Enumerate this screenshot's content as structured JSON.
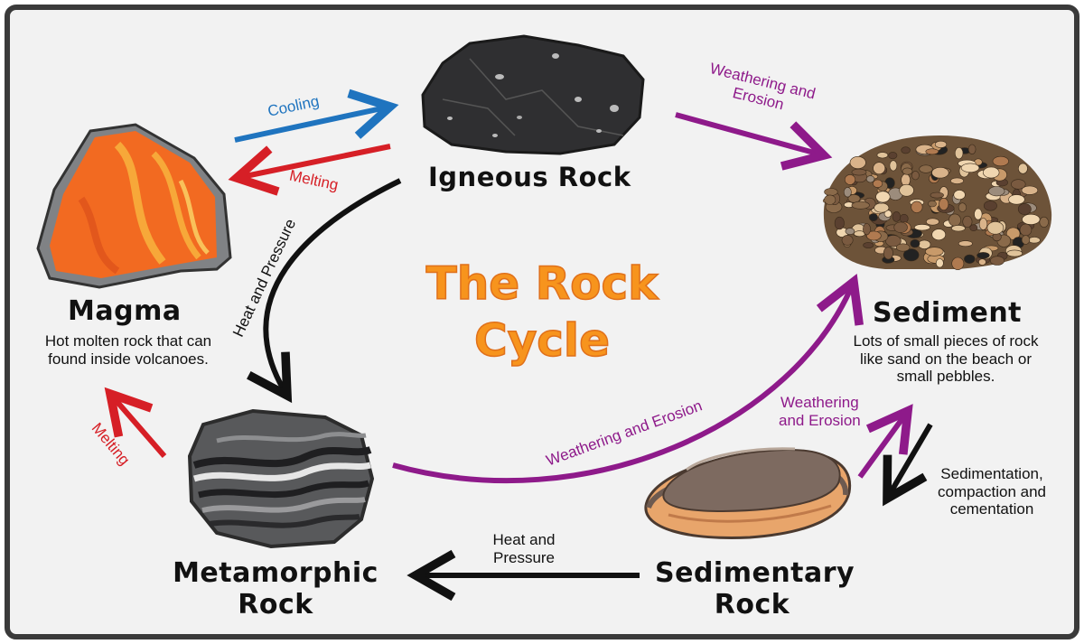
{
  "title": [
    "The Rock",
    "Cycle"
  ],
  "nodes": {
    "igneous": {
      "name": "Igneous Rock"
    },
    "magma": {
      "name": "Magma",
      "description": [
        "Hot molten rock that can",
        "found inside volcanoes."
      ]
    },
    "sediment": {
      "name": "Sediment",
      "description": [
        "Lots of small pieces of rock",
        "like sand on the beach or",
        "small pebbles."
      ]
    },
    "metamorphic": {
      "name": [
        "Metamorphic",
        "Rock"
      ]
    },
    "sedimentary": {
      "name": [
        "Sedimentary",
        "Rock"
      ]
    }
  },
  "arrows": {
    "cooling": "Cooling",
    "melting_top": "Melting",
    "heat_pressure_left": "Heat and Pressure",
    "weathering_top": [
      "Weathering and",
      "Erosion"
    ],
    "melting_left": "Melting",
    "weathering_middle": "Weathering and Erosion",
    "weathering_right": [
      "Weathering",
      "and Erosion"
    ],
    "sedimentation": [
      "Sedimentation,",
      "compaction and",
      "cementation"
    ],
    "heat_pressure_bottom": [
      "Heat and",
      "Pressure"
    ]
  },
  "colors": {
    "blue": "#1f74bf",
    "red": "#d61f26",
    "purple": "#8e1a8a",
    "black": "#111111",
    "title_orange": "#f7941d"
  }
}
